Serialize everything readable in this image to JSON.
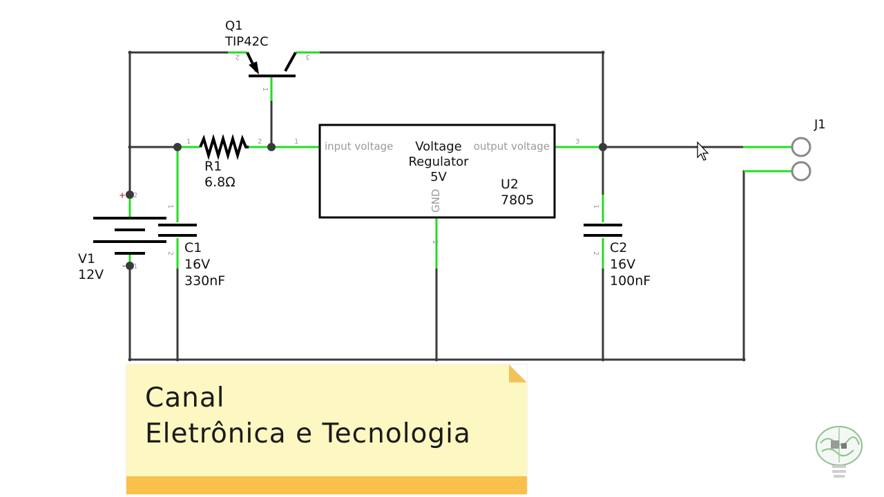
{
  "components": {
    "q1": {
      "ref": "Q1",
      "part": "TIP42C",
      "pins": [
        "2",
        "3",
        "1"
      ]
    },
    "r1": {
      "ref": "R1",
      "value": "6.8Ω",
      "pins": [
        "1",
        "2"
      ]
    },
    "u2": {
      "ref": "U2",
      "part": "7805",
      "title_lines": [
        "Voltage",
        "Regulator",
        "5V"
      ],
      "input_label": "input voltage",
      "output_label": "output voltage",
      "gnd_label": "GND",
      "pins": [
        "1",
        "3",
        "2"
      ]
    },
    "v1": {
      "ref": "V1",
      "value": "12V",
      "plus": "+",
      "minus": "-",
      "pins": [
        "2",
        "1"
      ]
    },
    "c1": {
      "ref": "C1",
      "voltage": "16V",
      "value": "330nF",
      "pins": [
        "1",
        "2"
      ]
    },
    "c2": {
      "ref": "C2",
      "voltage": "16V",
      "value": "100nF",
      "pins": [
        "1",
        "2"
      ]
    },
    "j1": {
      "ref": "J1"
    }
  },
  "note": {
    "line1": "Canal",
    "line2": "Eletrônica e Tecnologia"
  },
  "colors": {
    "wire": "#3a3a3a",
    "pin_highlight": "#22dd22",
    "component": "#000000",
    "note_background": "#fdf7c1",
    "note_accent": "#f9c04b"
  },
  "icons": [
    "cursor-arrow-icon",
    "brain-circuit-logo-icon"
  ]
}
